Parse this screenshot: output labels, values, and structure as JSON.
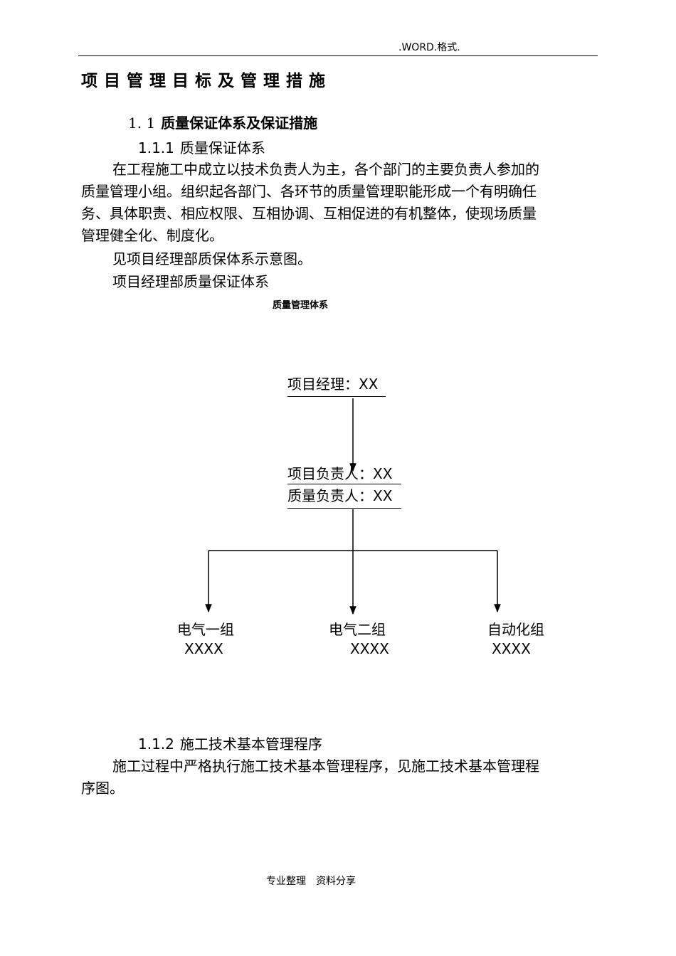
{
  "header": {
    "text": ".WORD.格式."
  },
  "title": "项目管理目标及管理措施",
  "section_1_1": {
    "number": "1. 1",
    "title": "质量保证体系及保证措施"
  },
  "section_1_1_1": {
    "number": "1.1.1",
    "title": "质量保证体系"
  },
  "paragraph_1": {
    "lines": [
      "在工程施工中成立以技术负责人为主，各个部门的主要负责人参加的",
      "质量管理小组。组织起各部门、各环节的质量管理职能形成一个有明确任",
      "务、具体职责、相应权限、互相协调、互相促进的有机整体，使现场质量",
      "管理健全化、制度化。"
    ]
  },
  "see_diagram_text": "见项目经理部质保体系示意图。",
  "diagram_caption": "项目经理部质量保证体系",
  "diagram": {
    "title": "质量管理体系",
    "project_manager": "项目经理：XX",
    "project_lead": "项目负责人：XX",
    "quality_lead": "质量负责人：XX",
    "groups": [
      {
        "name": "电气一组",
        "member": "XXXX"
      },
      {
        "name": "电气二组",
        "member": "XXXX"
      },
      {
        "name": "自动化组",
        "member": "XXXX"
      }
    ]
  },
  "section_1_1_2": {
    "number": "1.1.2",
    "title": "施工技术基本管理程序"
  },
  "paragraph_2": {
    "lines": [
      "施工过程中严格执行施工技术基本管理程序，见施工技术基本管理程",
      "序图。"
    ]
  },
  "footer": {
    "left": "专业整理",
    "right": "资料分享"
  }
}
